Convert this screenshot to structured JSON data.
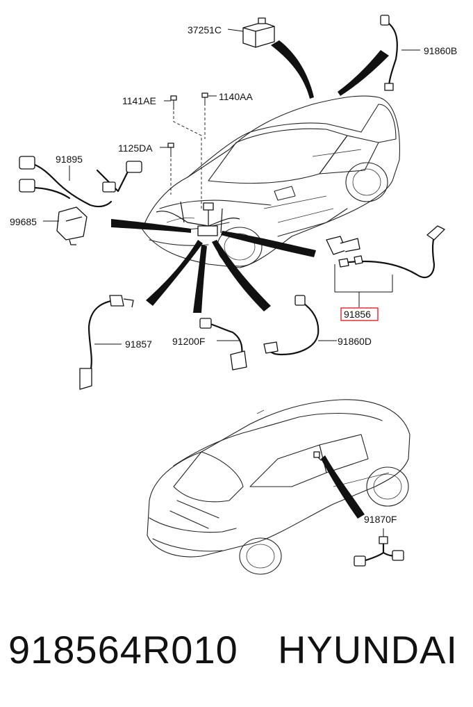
{
  "labels": {
    "p37251C": "37251C",
    "p91860B": "91860B",
    "p1141AE": "1141AE",
    "p1140AA": "1140AA",
    "p1125DA": "1125DA",
    "p91895": "91895",
    "p99685": "99685",
    "p91856": "91856",
    "p91857": "91857",
    "p91200F": "91200F",
    "p91860D": "91860D",
    "p91870F": "91870F"
  },
  "highlight_color": "#e0202a",
  "footer": {
    "part_number": "918564R010",
    "brand": "HYUNDAI"
  }
}
